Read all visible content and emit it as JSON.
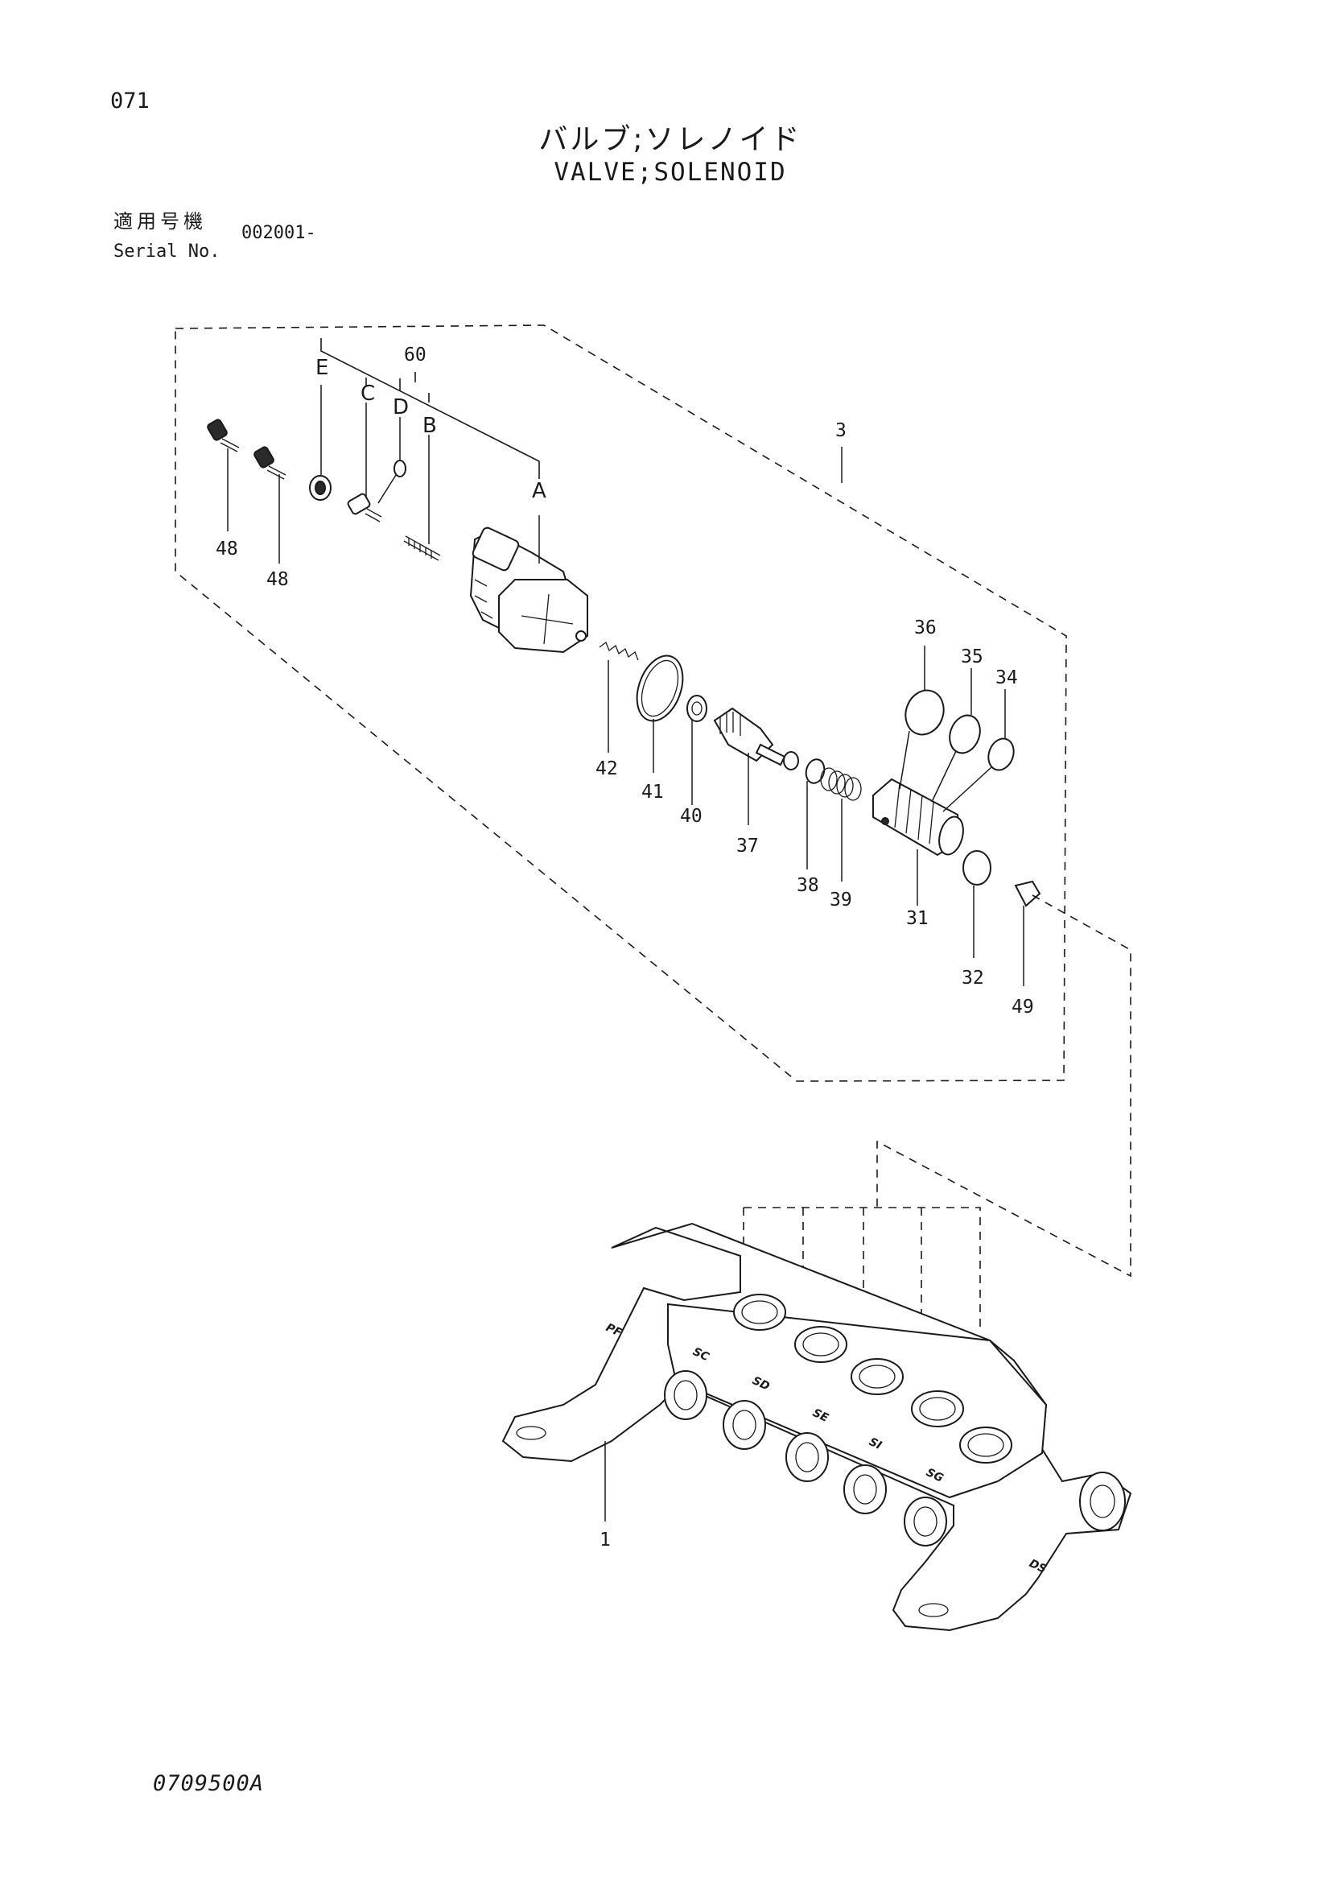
{
  "page_number": "071",
  "title_jp": "バルブ;ソレノイド",
  "title_en": "VALVE;SOLENOID",
  "serial": {
    "label_jp": "適用号機",
    "label_en": "Serial No.",
    "value": "002001-"
  },
  "drawing_code": "0709500A",
  "callouts": {
    "c1": "1",
    "c3": "3",
    "c31": "31",
    "c32": "32",
    "c34": "34",
    "c35": "35",
    "c36": "36",
    "c37": "37",
    "c38": "38",
    "c39": "39",
    "c40": "40",
    "c41": "41",
    "c42": "42",
    "c48a": "48",
    "c48b": "48",
    "c49": "49",
    "c60": "60"
  },
  "sub_letters": {
    "A": "A",
    "B": "B",
    "C": "C",
    "D": "D",
    "E": "E"
  },
  "port_labels": {
    "pf": "PF",
    "sc": "SC",
    "sd": "SD",
    "se": "SE",
    "si": "SI",
    "sg": "SG",
    "ds": "DS"
  }
}
